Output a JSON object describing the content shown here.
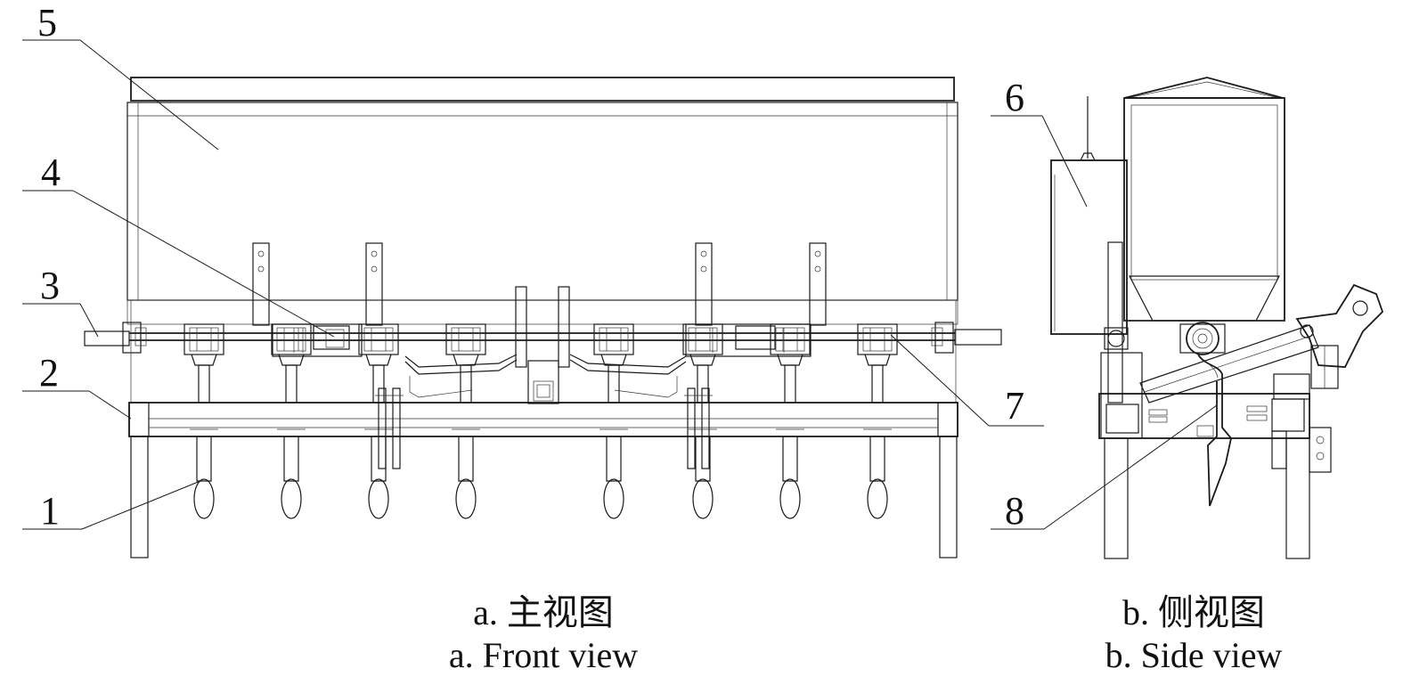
{
  "labels": [
    "1",
    "2",
    "3",
    "4",
    "5",
    "6",
    "7",
    "8"
  ],
  "captions": {
    "front_cn": "a. 主视图",
    "front_en": "a. Front view",
    "side_cn": "b. 侧视图",
    "side_en": "b. Side view"
  }
}
